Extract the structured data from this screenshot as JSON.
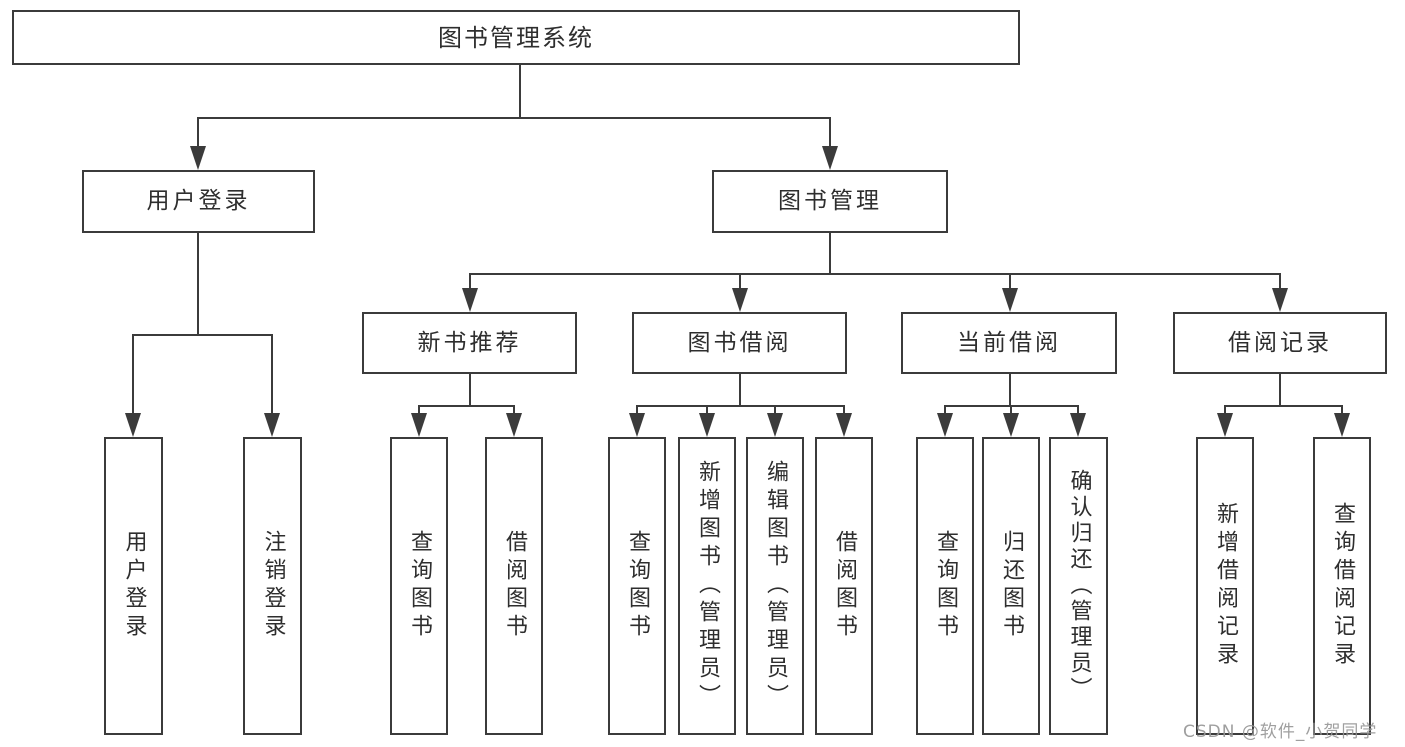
{
  "diagram": {
    "root": {
      "label": "图书管理系统"
    },
    "level2": [
      {
        "label": "用户登录"
      },
      {
        "label": "图书管理"
      }
    ],
    "level3": [
      {
        "label": "新书推荐"
      },
      {
        "label": "图书借阅"
      },
      {
        "label": "当前借阅"
      },
      {
        "label": "借阅记录"
      }
    ],
    "leaves": [
      {
        "label": "用户登录"
      },
      {
        "label": "注销登录"
      },
      {
        "label": "查询图书"
      },
      {
        "label": "借阅图书"
      },
      {
        "label": "查询图书"
      },
      {
        "label": "新增图书（管理员）"
      },
      {
        "label": "编辑图书（管理员）"
      },
      {
        "label": "借阅图书"
      },
      {
        "label": "查询图书"
      },
      {
        "label": "归还图书"
      },
      {
        "label": "确认归还（管理员）"
      },
      {
        "label": "新增借阅记录"
      },
      {
        "label": "查询借阅记录"
      }
    ],
    "watermark": "CSDN @软件_小贺同学",
    "colors": {
      "line": "#3b3b3b",
      "text": "#2e2e2e",
      "watermark": "#979797",
      "background": "#ffffff"
    }
  }
}
